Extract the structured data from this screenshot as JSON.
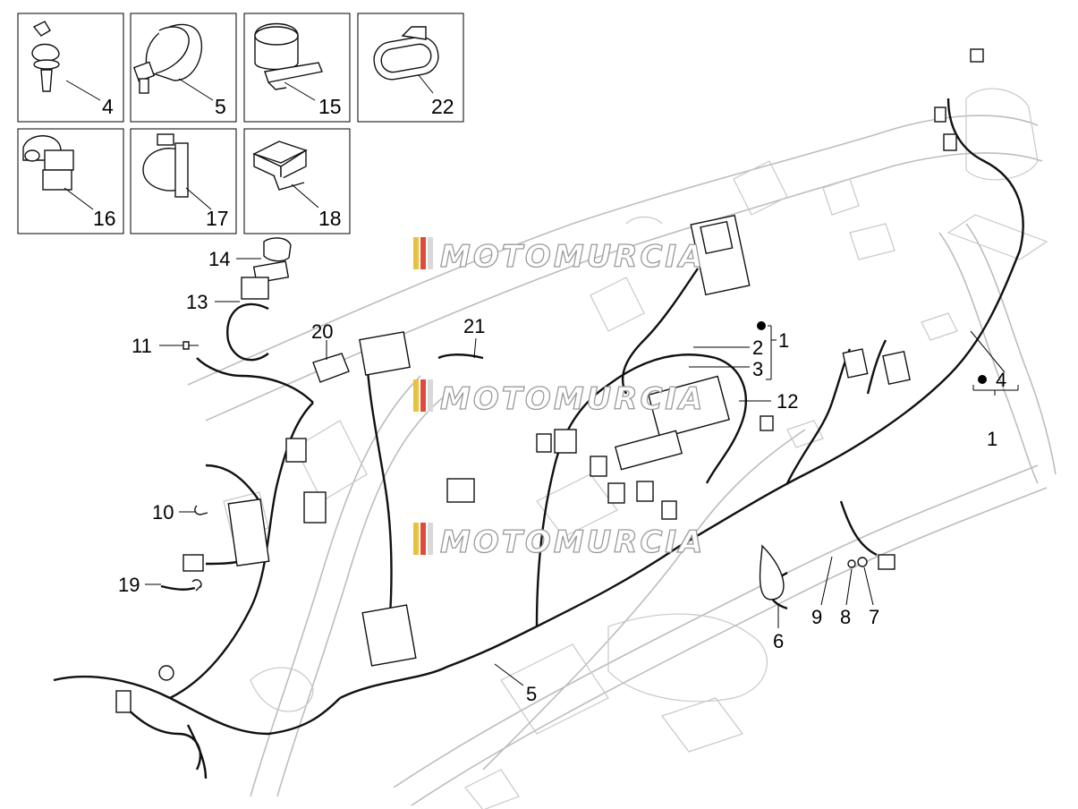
{
  "watermark": {
    "text": "MOTOMURCIA",
    "colors": [
      "#e8c23a",
      "#e04a3a",
      "#d9d9d9"
    ]
  },
  "inset_boxes": [
    {
      "number": "4",
      "icon": "push-rivet-clip-icon"
    },
    {
      "number": "5",
      "icon": "cable-tie-icon"
    },
    {
      "number": "15",
      "icon": "double-clamp-icon"
    },
    {
      "number": "22",
      "icon": "oval-grommet-icon"
    },
    {
      "number": "16",
      "icon": "cable-holder-clip-icon"
    },
    {
      "number": "17",
      "icon": "snap-clip-icon"
    },
    {
      "number": "18",
      "icon": "edge-clip-icon"
    }
  ],
  "callouts": {
    "c1_top": "1",
    "c2": "2",
    "c3": "3",
    "c12": "12",
    "c4": "4",
    "c1_right": "1",
    "c14": "14",
    "c13": "13",
    "c11": "11",
    "c20": "20",
    "c21": "21",
    "c10": "10",
    "c19": "19",
    "c5": "5",
    "c6": "6",
    "c9": "9",
    "c8": "8",
    "c7": "7"
  }
}
